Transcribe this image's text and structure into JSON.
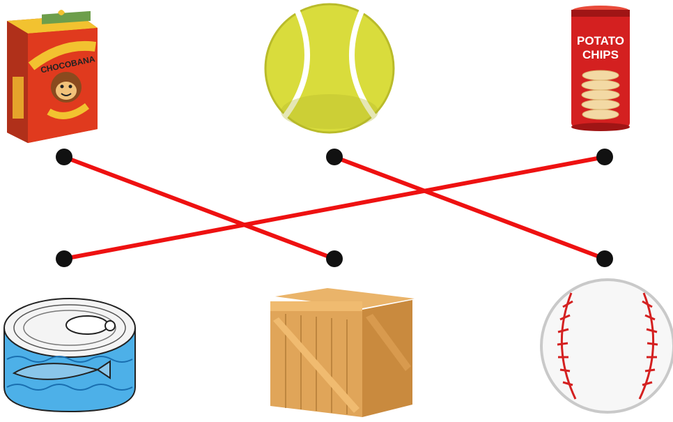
{
  "items": {
    "top": [
      {
        "id": "chocolate-box",
        "icon": "chocolate-box-icon",
        "brand_text": "CHOCOBANA"
      },
      {
        "id": "tennis-ball",
        "icon": "tennis-ball-icon"
      },
      {
        "id": "potato-chips-can",
        "icon": "potato-chips-can-icon",
        "label_line1": "POTATO",
        "label_line2": "CHIPS"
      }
    ],
    "bottom": [
      {
        "id": "tuna-can",
        "icon": "tuna-can-icon"
      },
      {
        "id": "wooden-crate",
        "icon": "wooden-crate-icon"
      },
      {
        "id": "baseball",
        "icon": "baseball-icon"
      }
    ]
  },
  "connections": [
    {
      "from": "top-0",
      "to": "bottom-1"
    },
    {
      "from": "top-1",
      "to": "bottom-2"
    },
    {
      "from": "top-2",
      "to": "bottom-0"
    }
  ],
  "colors": {
    "line": "#ee1111",
    "dot": "#111111",
    "tennis": "#d9dc3c",
    "chips_red": "#d42020",
    "choco_red": "#e03a1e",
    "crate": "#e0a559",
    "can_blue": "#4db0e8"
  }
}
